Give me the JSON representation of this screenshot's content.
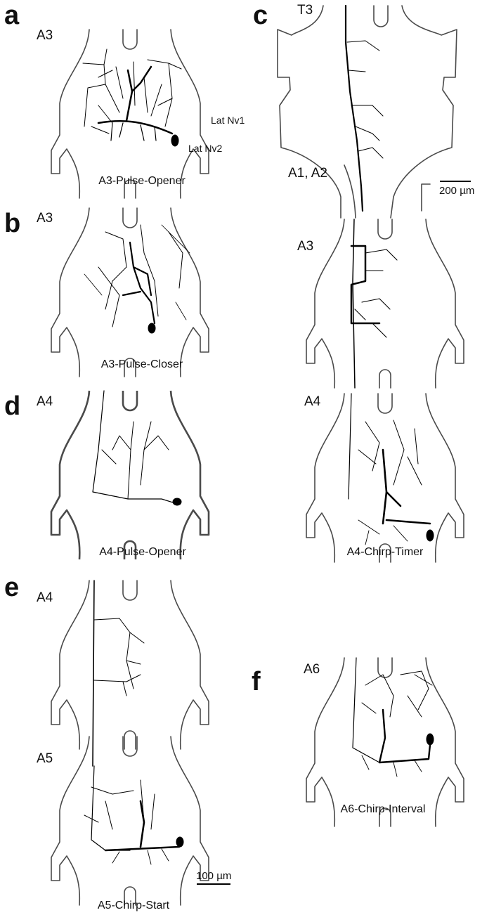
{
  "panels": [
    {
      "letter": "a",
      "segments": [
        "A3"
      ],
      "caption": "A3-Pulse-Opener",
      "nerve_labels": [
        "Lat Nv1",
        "Lat Nv2"
      ]
    },
    {
      "letter": "b",
      "segments": [
        "A3"
      ],
      "caption": "A3-Pulse-Closer"
    },
    {
      "letter": "c",
      "segments": [
        "T3",
        "A1, A2",
        "A3",
        "A4"
      ],
      "caption": "A4-Chirp-Timer",
      "scale_bar": "200 µm"
    },
    {
      "letter": "d",
      "segments": [
        "A4"
      ],
      "caption": "A4-Pulse-Opener"
    },
    {
      "letter": "e",
      "segments": [
        "A4",
        "A5"
      ],
      "caption": "A5-Chirp-Start",
      "scale_bar": "100 µm"
    },
    {
      "letter": "f",
      "segments": [
        "A6"
      ],
      "caption": "A6-Chirp-Interval"
    }
  ],
  "colors": {
    "outline": "#4a4a4a",
    "neuron": "#000000",
    "background": "#ffffff"
  }
}
